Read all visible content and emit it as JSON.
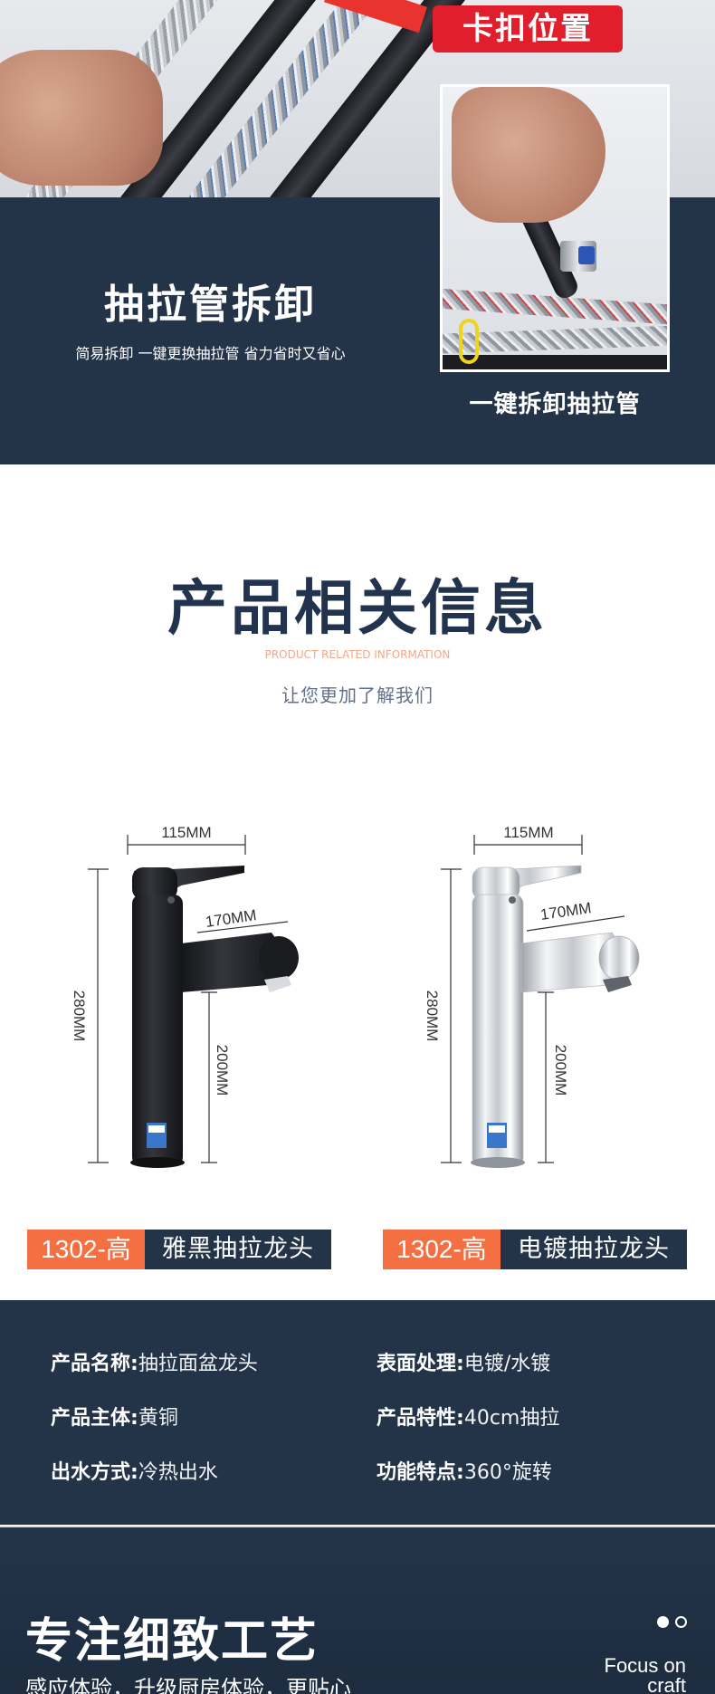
{
  "hose_section": {
    "badge": "卡扣位置",
    "title": "抽拉管拆卸",
    "subtitle": "简易拆卸 一键更换抽拉管 省力省时又省心",
    "caption": "一键拆卸抽拉管"
  },
  "info_section": {
    "title": "产品相关信息",
    "title_en": "PRODUCT RELATED INFORMATION",
    "subtitle": "让您更加了解我们"
  },
  "dimensions": {
    "width": "115MM",
    "spout": "170MM",
    "height": "280MM",
    "clearance": "200MM"
  },
  "products": [
    {
      "code": "1302-高",
      "name": "雅黑抽拉龙头"
    },
    {
      "code": "1302-高",
      "name": "电镀抽拉龙头"
    }
  ],
  "specs": [
    {
      "key": "产品名称",
      "value": "抽拉面盆龙头"
    },
    {
      "key": "表面处理",
      "value": "电镀/水镀"
    },
    {
      "key": "产品主体",
      "value": "黄铜"
    },
    {
      "key": "产品特性",
      "value": "40cm抽拉"
    },
    {
      "key": "出水方式",
      "value": "冷热出水"
    },
    {
      "key": "功能特点",
      "value": "360°旋转"
    }
  ],
  "spec_separator": ":",
  "craft": {
    "title": "专注细致工艺",
    "subtitle": "感应体验，升级厨房体验，更贴心",
    "focus_line1": "Focus on",
    "focus_line2": "craft"
  },
  "colors": {
    "navy": "#233449",
    "orange": "#f46f42",
    "red_badge": "#e01e2c"
  }
}
